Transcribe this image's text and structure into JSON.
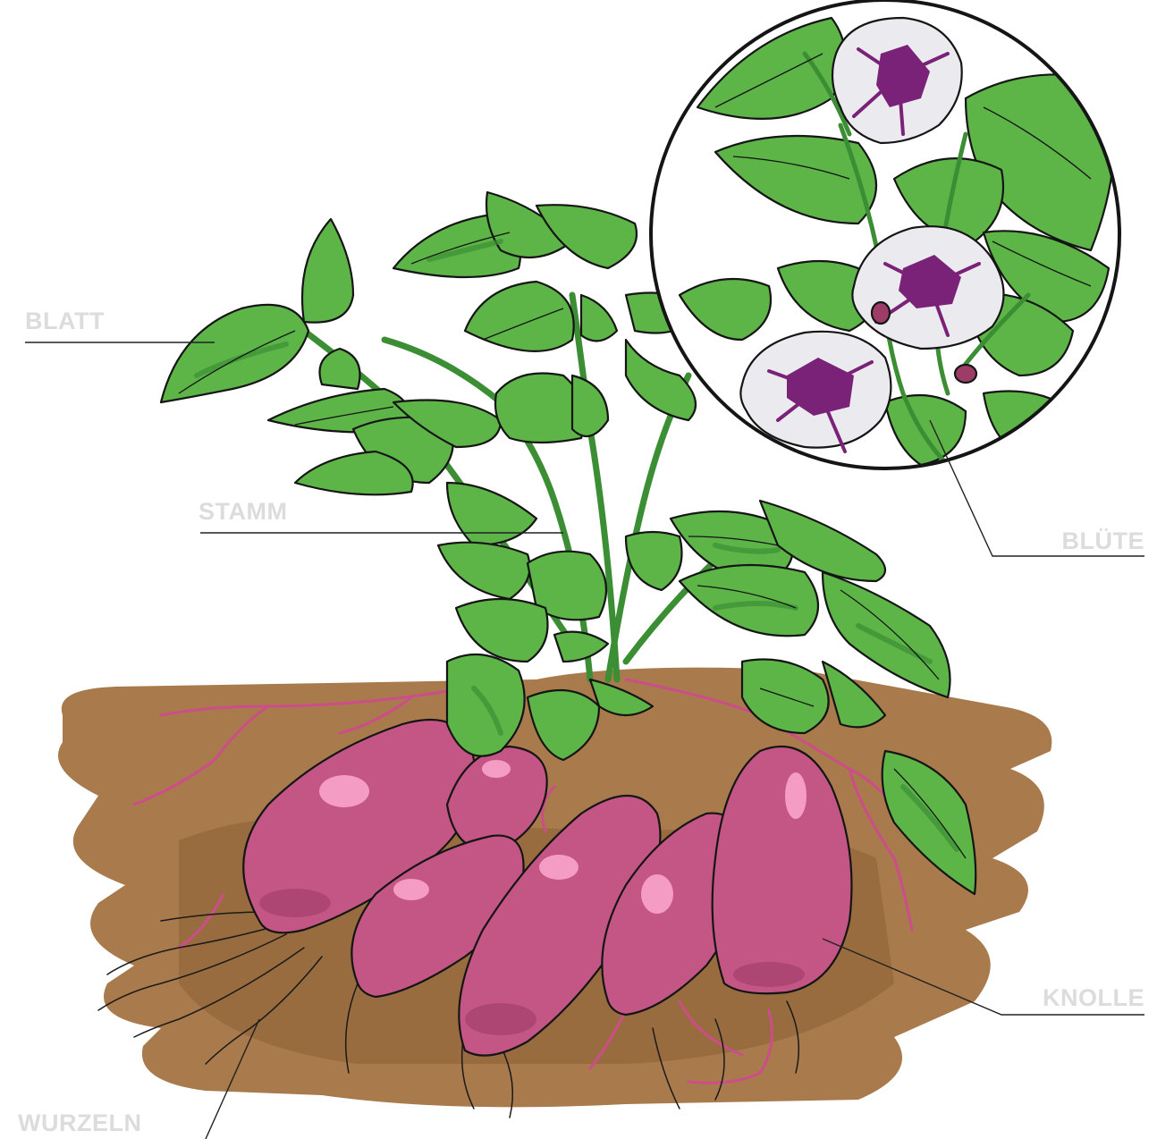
{
  "labels": {
    "blatt": "BLATT",
    "stamm": "STAMM",
    "bluete": "BLÜTE",
    "knolle": "KNOLLE",
    "wurzeln": "WURZELN"
  },
  "colors": {
    "leaf": "#5db548",
    "leaf_dark": "#3c8e34",
    "soil": "#a87a4c",
    "soil_dark": "#8b6035",
    "tuber": "#c45686",
    "tuber_dark": "#9e3c68",
    "tuber_highlight": "#f49cc3",
    "root": "#cc4d8a",
    "flower_petal": "#ebebef",
    "flower_center": "#7a2278"
  }
}
